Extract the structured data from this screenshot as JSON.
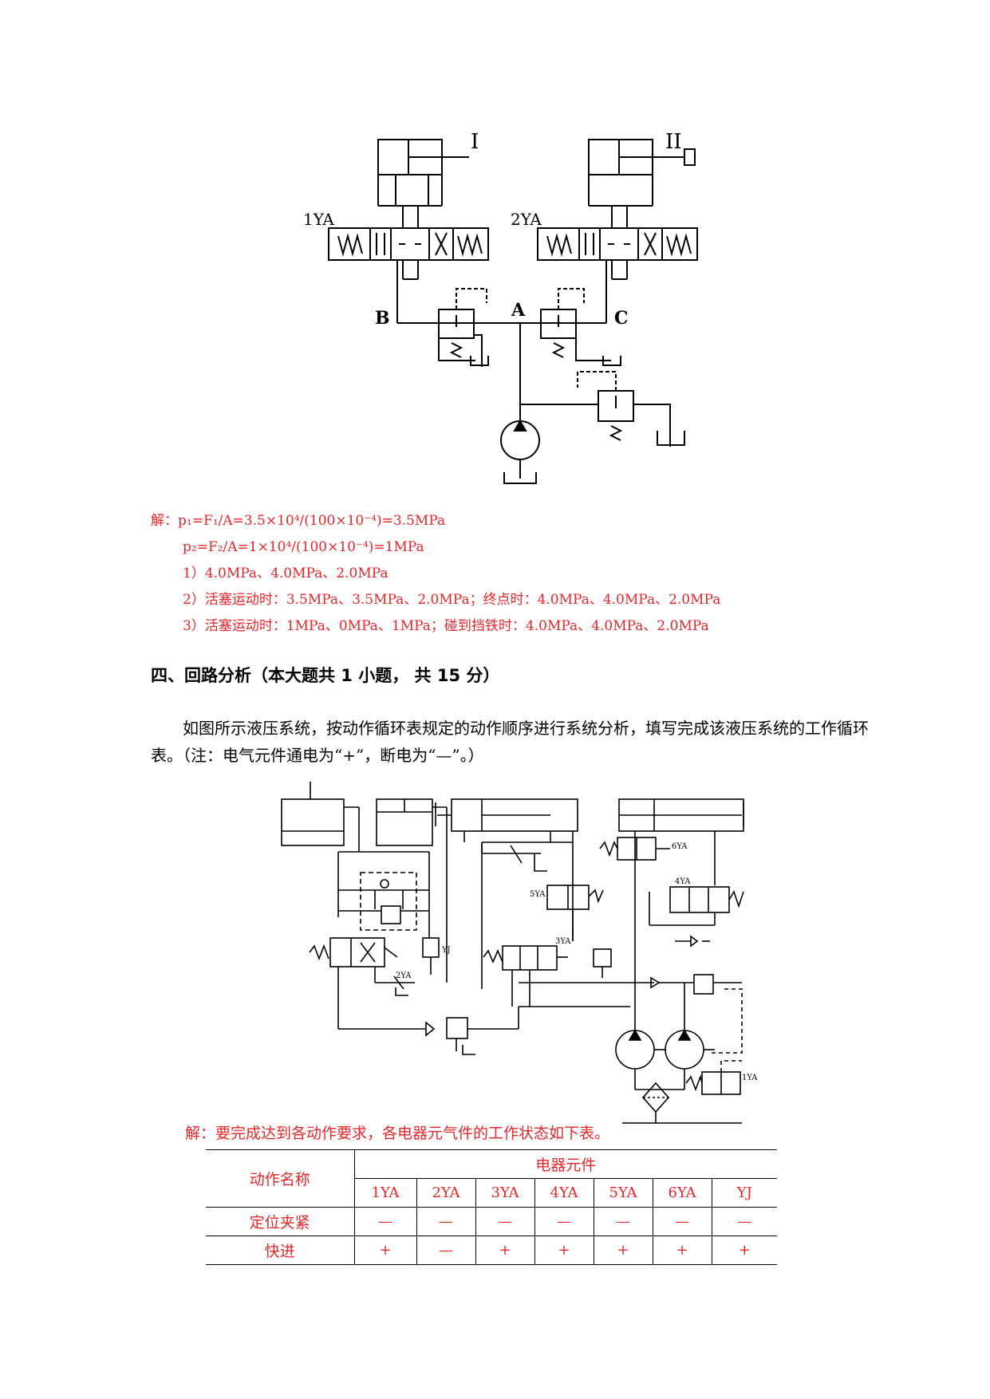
{
  "diagram1": {
    "cylinder_labels": [
      "I",
      "II"
    ],
    "valve_labels": [
      "1YA",
      "2YA"
    ],
    "node_labels": [
      "B",
      "A",
      "C"
    ]
  },
  "solution1": {
    "line1": "解：p₁=F₁/A=3.5×10⁴/(100×10⁻⁴)=3.5MPa",
    "line2": "p₂=F₂/A=1×10⁴/(100×10⁻⁴)=1MPa",
    "line3": "1）4.0MPa、4.0MPa、2.0MPa",
    "line4": "2）活塞运动时：3.5MPa、3.5MPa、2.0MPa；终点时：4.0MPa、4.0MPa、2.0MPa",
    "line5": "3）活塞运动时：1MPa、0MPa、1MPa；碰到挡铁时：4.0MPa、4.0MPa、2.0MPa"
  },
  "section4": {
    "title": "四、回路分析（本大题共 1 小题， 共 15 分）",
    "paragraph": "　　如图所示液压系统，按动作循环表规定的动作顺序进行系统分析，填写完成该液压系统的工作循环表。（注：电气元件通电为“+”，断电为“—”。）"
  },
  "diagram2": {
    "labels": [
      "6YA",
      "4YA",
      "5YA",
      "3YA",
      "2YA",
      "YJ",
      "1YA"
    ]
  },
  "solution2": {
    "intro": "解：要完成达到各动作要求，各电器元气件的工作状态如下表。"
  },
  "table": {
    "header_action": "动作名称",
    "header_group": "电器元件",
    "columns": [
      "1YA",
      "2YA",
      "3YA",
      "4YA",
      "5YA",
      "6YA",
      "YJ"
    ],
    "rows": [
      {
        "name": "定位夹紧",
        "values": [
          "—",
          "—",
          "—",
          "—",
          "—",
          "—",
          "—"
        ]
      },
      {
        "name": "快进",
        "values": [
          "+",
          "—",
          "+",
          "+",
          "+",
          "+",
          "+"
        ]
      }
    ]
  }
}
